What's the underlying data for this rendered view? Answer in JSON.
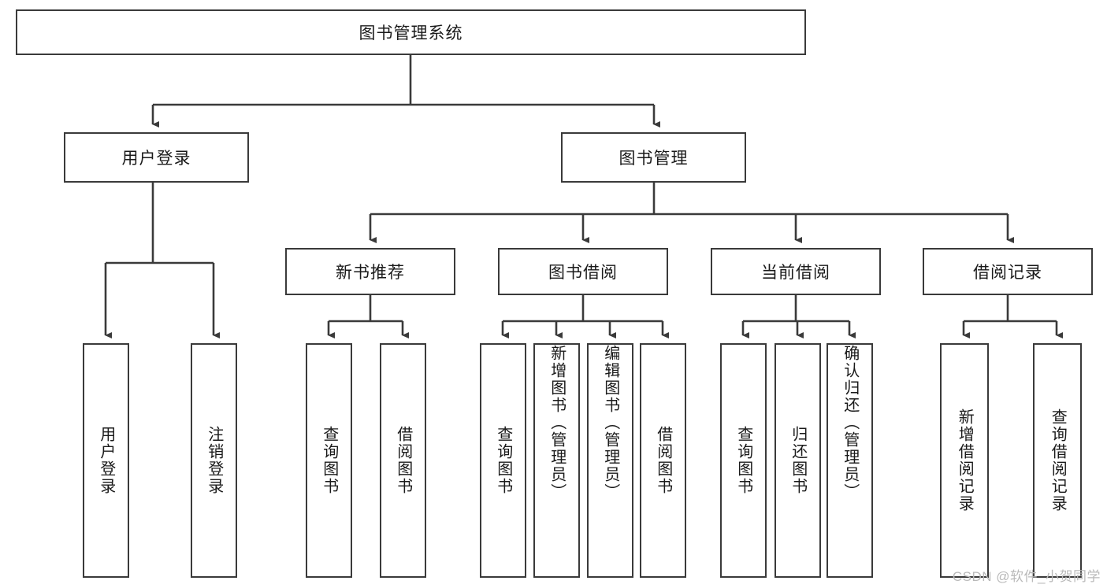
{
  "diagram": {
    "title": "图书管理系统",
    "type": "hierarchy-tree",
    "watermark": "CSDN @软件_小贺同学",
    "colors": {
      "stroke": "#3a3a3a",
      "fill": "#ffffff",
      "text": "#1a1a1a",
      "watermark": "#b9b9b9"
    },
    "levels": {
      "root": {
        "label": "图书管理系统"
      },
      "level2": [
        {
          "label": "用户登录"
        },
        {
          "label": "图书管理"
        }
      ],
      "level3": [
        {
          "label": "新书推荐"
        },
        {
          "label": "图书借阅"
        },
        {
          "label": "当前借阅"
        },
        {
          "label": "借阅记录"
        }
      ],
      "leaves": {
        "user_login": [
          {
            "label": "用户登录"
          },
          {
            "label": "注销登录"
          }
        ],
        "new_book_recommend": [
          {
            "label": "查询图书"
          },
          {
            "label": "借阅图书"
          }
        ],
        "book_borrow": [
          {
            "label": "查询图书"
          },
          {
            "label": "新增图书（管理员）"
          },
          {
            "label": "编辑图书（管理员）"
          },
          {
            "label": "借阅图书"
          }
        ],
        "current_borrow": [
          {
            "label": "查询图书"
          },
          {
            "label": "归还图书"
          },
          {
            "label": "确认归还（管理员）"
          }
        ],
        "borrow_record": [
          {
            "label": "新增借阅记录"
          },
          {
            "label": "查询借阅记录"
          }
        ]
      }
    }
  }
}
